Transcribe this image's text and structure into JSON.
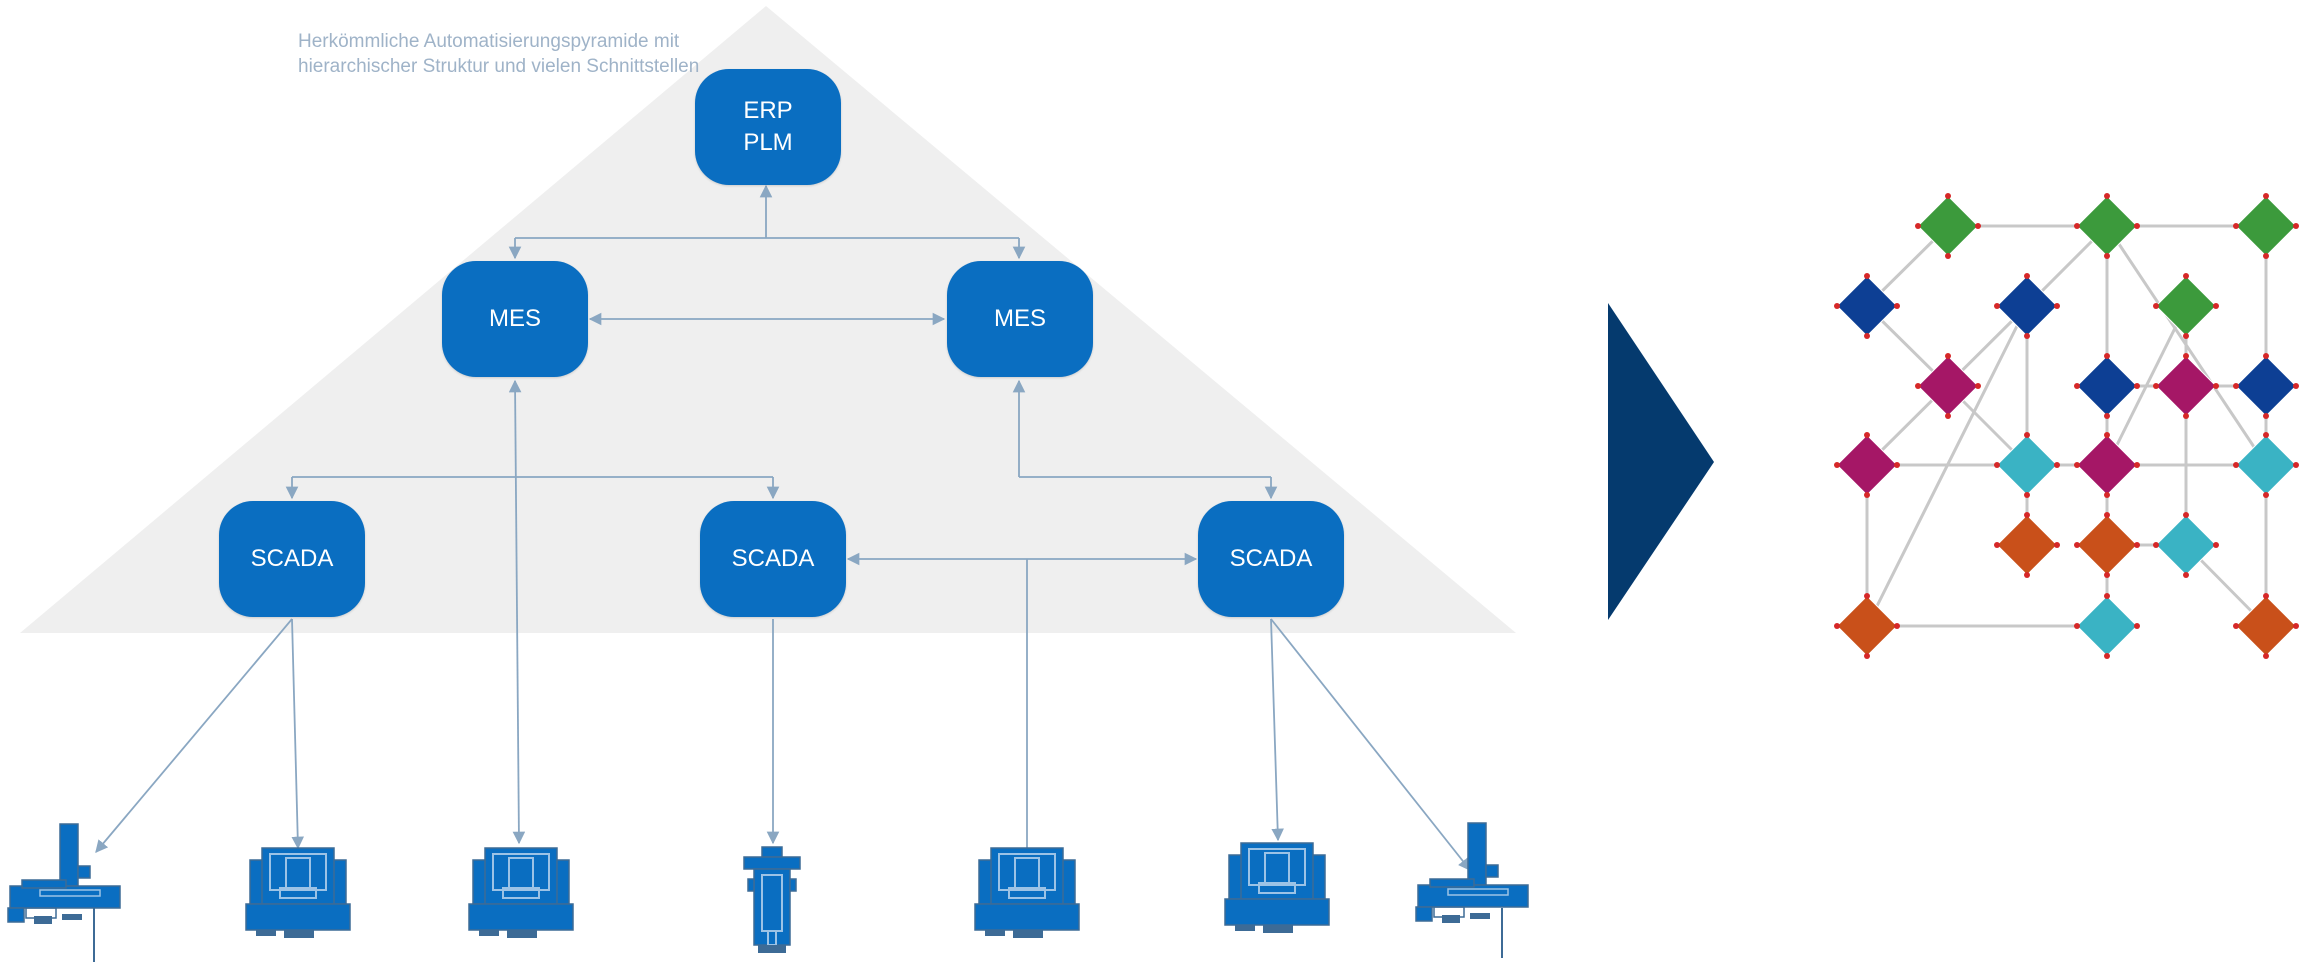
{
  "caption": "Herkömmliche Automatisierungspyramide mit hierarchischer Struktur und vielen Schnittstellen",
  "nodes": {
    "erp": "ERP\nPLM",
    "mes_left": "MES",
    "mes_right": "MES",
    "scada_left": "SCADA",
    "scada_center": "SCADA",
    "scada_right": "SCADA"
  },
  "machine_icons": [
    "milling-machine-icon",
    "press-machine-icon",
    "press-machine-icon",
    "drill-tower-icon",
    "press-machine-icon",
    "press-machine-icon",
    "milling-machine-icon"
  ],
  "network_icons": [
    "green-diamond-node",
    "blue-diamond-node",
    "magenta-diamond-node",
    "cyan-diamond-node",
    "orange-diamond-node"
  ],
  "colors": {
    "pyramid": "#efefef",
    "node_fill": "#0a6ec1",
    "connector": "#8aa7c2",
    "arrow": "#053a6e",
    "network_green": "#3c9a3c",
    "network_blue": "#0d3f94",
    "network_magenta": "#a51766",
    "network_cyan": "#3ab3c4",
    "network_orange": "#c9501a",
    "network_link": "#c8c8c8",
    "network_joint": "#d62828"
  }
}
